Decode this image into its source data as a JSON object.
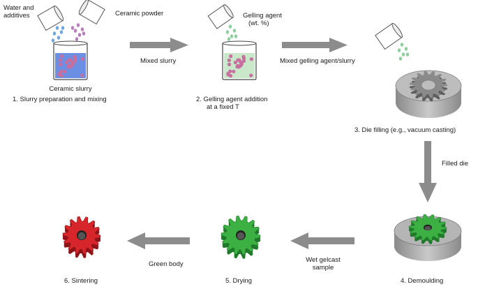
{
  "inputs": {
    "water_additives": [
      "Water and",
      "additives"
    ],
    "ceramic_powder": "Ceramic powder",
    "ceramic_slurry": "Ceramic slurry",
    "gelling_agent": [
      "Gelling agent",
      "(wt. %)"
    ]
  },
  "steps": [
    {
      "label": "1.  Slurry preparation and mixing"
    },
    {
      "label_lines": [
        "2.  Gelling agent addition",
        "at a fixed T"
      ]
    },
    {
      "label": "3.  Die filling (e.g., vacuum casting)"
    },
    {
      "label": "4.  Demoulding"
    },
    {
      "label": "5.  Drying"
    },
    {
      "label": "6.  Sintering"
    }
  ],
  "arrows": {
    "mixed_slurry": "Mixed slurry",
    "mixed_gelling": "Mixed gelling agent/slurry",
    "filled_die": "Filled die",
    "wet_gelcast": [
      "Wet gelcast",
      "sample"
    ],
    "green_body": "Green body"
  },
  "colors": {
    "arrow": "#8c8c8c",
    "water_drops": "#6fa8dc",
    "powder_drops": "#b77dbb",
    "gel_drops": "#8fcf9f",
    "slurry_fill": "#6b8fe3",
    "slurry_particles": "#c86fa0",
    "gel_fill": "#c9e7c9",
    "die_metal": "#9a9a9a",
    "gear_green": "#3cb043",
    "gear_red": "#d6262b"
  }
}
